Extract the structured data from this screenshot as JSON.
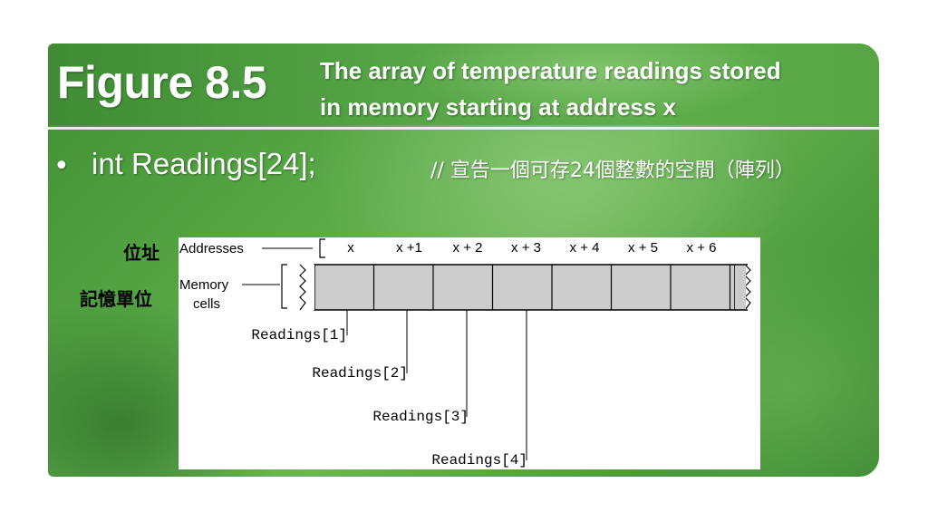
{
  "slide": {
    "figure_title": "Figure 8.5",
    "caption_line1": "The array of temperature readings stored",
    "caption_line2": "in memory starting at address x",
    "bullet_symbol": "•",
    "bullet_code": "int Readings[24];",
    "bullet_comment": "// 宣告一個可存24個整數的空間（陣列）",
    "label_address_zh": "位址",
    "label_memory_zh": "記憶單位"
  },
  "diagram": {
    "addresses_label": "Addresses",
    "memory_label_line1": "Memory",
    "memory_label_line2": "cells",
    "address_values": [
      "x",
      "x +1",
      "x + 2",
      "x + 3",
      "x + 4",
      "x + 5",
      "x + 6"
    ],
    "readings": [
      "Readings[1]",
      "Readings[2]",
      "Readings[3]",
      "Readings[4]"
    ],
    "cell_color": "#cccccc"
  }
}
